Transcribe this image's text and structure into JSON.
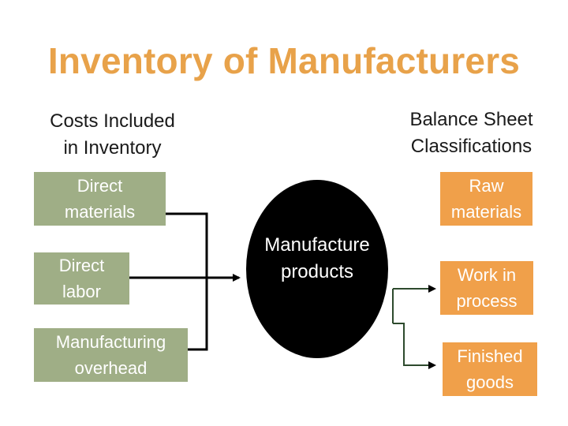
{
  "title": "Inventory of Manufacturers",
  "left_heading": [
    "Costs Included",
    "in Inventory"
  ],
  "right_heading": [
    "Balance Sheet",
    "Classifications"
  ],
  "cost_boxes": [
    {
      "lines": [
        "Direct",
        "materials"
      ]
    },
    {
      "lines": [
        "Direct",
        "labor"
      ]
    },
    {
      "lines": [
        "Manufacturing",
        "overhead"
      ]
    }
  ],
  "center": {
    "lines": [
      "Manufacture",
      "products"
    ]
  },
  "classification_boxes": [
    {
      "lines": [
        "Raw",
        "materials"
      ]
    },
    {
      "lines": [
        "Work in",
        "process"
      ]
    },
    {
      "lines": [
        "Finished",
        "goods"
      ]
    }
  ],
  "colors": {
    "title": "#e8a24a",
    "cost_box": "#9fae86",
    "classification_box": "#f0a04a",
    "center": "#000000",
    "connector": "#000000"
  }
}
